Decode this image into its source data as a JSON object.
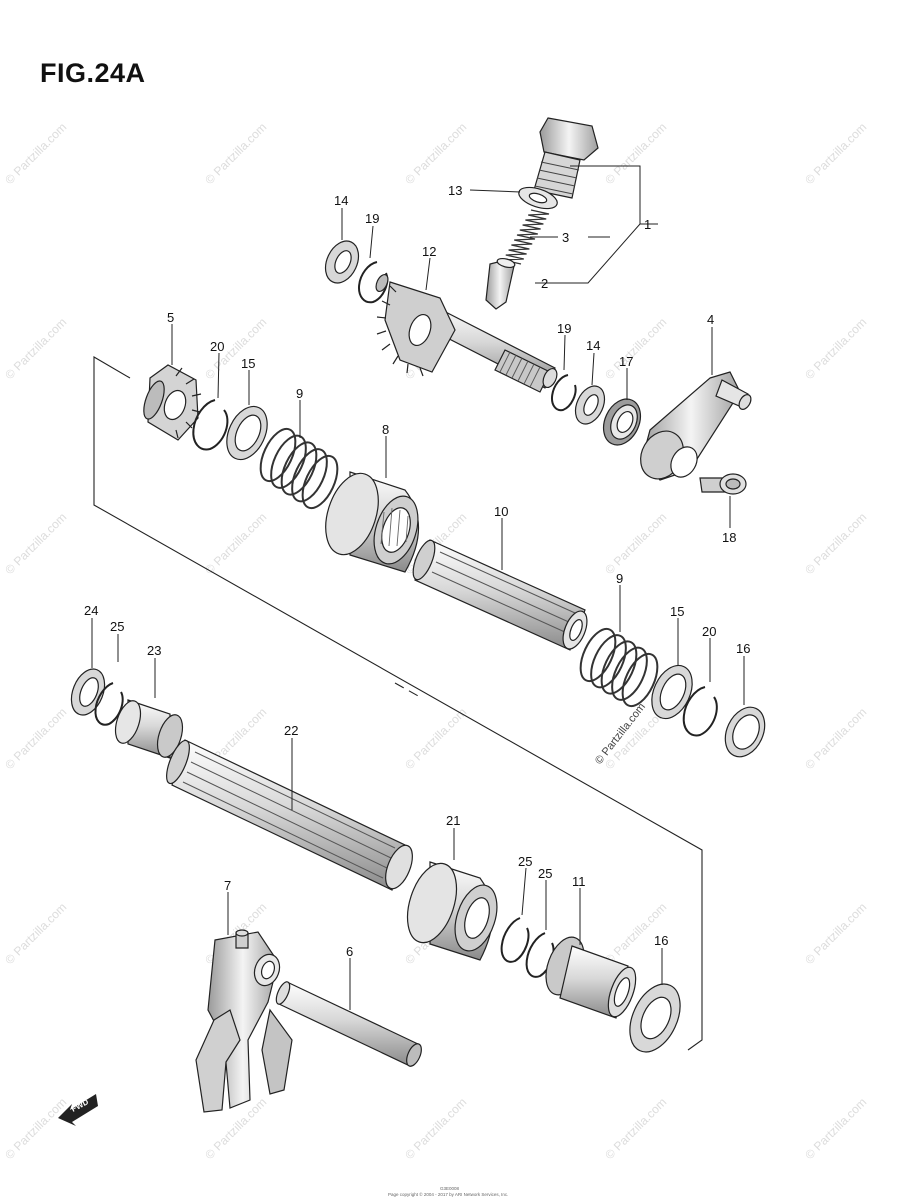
{
  "figure": {
    "title": "FIG.24A",
    "watermark": "© Partzilla.com",
    "fwd_label": "FWD",
    "footer_code": "G3E0008",
    "footer_copyright": "Page copyright © 2004 - 2017 by ARI Network Services, Inc."
  },
  "callouts": [
    {
      "id": "c1",
      "text": "1"
    },
    {
      "id": "c2",
      "text": "2"
    },
    {
      "id": "c3",
      "text": "3"
    },
    {
      "id": "c4",
      "text": "4"
    },
    {
      "id": "c5",
      "text": "5"
    },
    {
      "id": "c6",
      "text": "6"
    },
    {
      "id": "c7",
      "text": "7"
    },
    {
      "id": "c8",
      "text": "8"
    },
    {
      "id": "c9a",
      "text": "9"
    },
    {
      "id": "c9b",
      "text": "9"
    },
    {
      "id": "c10",
      "text": "10"
    },
    {
      "id": "c11",
      "text": "11"
    },
    {
      "id": "c12",
      "text": "12"
    },
    {
      "id": "c13",
      "text": "13"
    },
    {
      "id": "c14a",
      "text": "14"
    },
    {
      "id": "c14b",
      "text": "14"
    },
    {
      "id": "c15a",
      "text": "15"
    },
    {
      "id": "c15b",
      "text": "15"
    },
    {
      "id": "c16a",
      "text": "16"
    },
    {
      "id": "c16b",
      "text": "16"
    },
    {
      "id": "c17",
      "text": "17"
    },
    {
      "id": "c18",
      "text": "18"
    },
    {
      "id": "c19a",
      "text": "19"
    },
    {
      "id": "c19b",
      "text": "19"
    },
    {
      "id": "c20a",
      "text": "20"
    },
    {
      "id": "c20b",
      "text": "20"
    },
    {
      "id": "c21",
      "text": "21"
    },
    {
      "id": "c22",
      "text": "22"
    },
    {
      "id": "c23",
      "text": "23"
    },
    {
      "id": "c24",
      "text": "24"
    },
    {
      "id": "c25a",
      "text": "25"
    },
    {
      "id": "c25b",
      "text": "25"
    },
    {
      "id": "c25c",
      "text": "25"
    }
  ]
}
